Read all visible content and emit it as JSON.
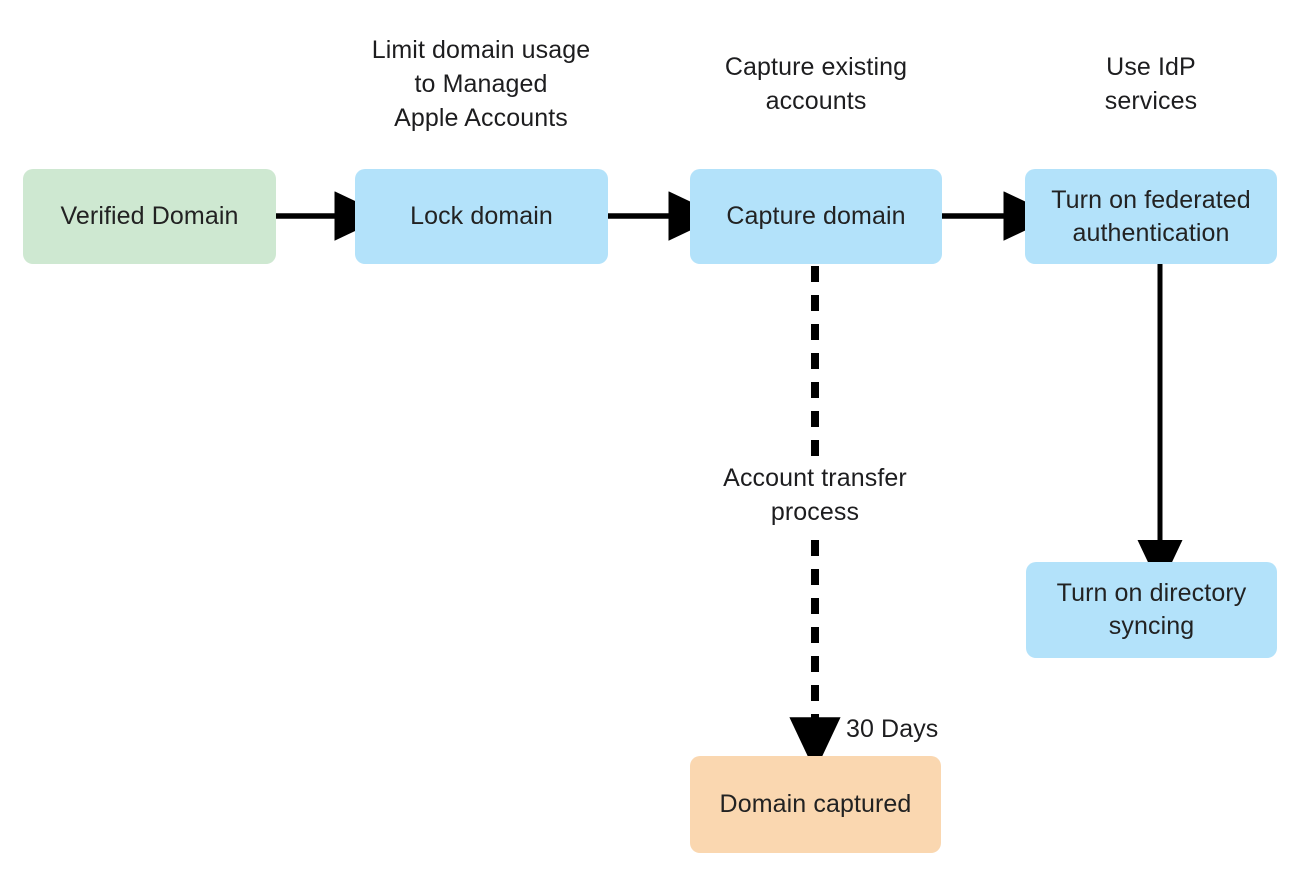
{
  "diagram": {
    "title": "Managed Apple Accounts domain capture flow",
    "background": "#ffffff",
    "colors": {
      "green_fill": "#cee8d1",
      "blue_fill": "#b3e2fa",
      "orange_fill": "#fad7b0",
      "stroke": "#000000",
      "text": "#1d1d1f"
    }
  },
  "captions": [
    {
      "id": "caption-lock-domain",
      "text": "Limit domain usage\nto Managed\nApple Accounts"
    },
    {
      "id": "caption-capture-domain",
      "text": "Capture existing\naccounts"
    },
    {
      "id": "caption-federated-auth",
      "text": "Use IdP\nservices"
    }
  ],
  "nodes": [
    {
      "id": "verified-domain",
      "label": "Verified Domain",
      "fill": "#cee8d1"
    },
    {
      "id": "lock-domain",
      "label": "Lock domain",
      "fill": "#b3e2fa"
    },
    {
      "id": "capture-domain",
      "label": "Capture domain",
      "fill": "#b3e2fa"
    },
    {
      "id": "federated-authentication",
      "label": "Turn on federated\nauthentication",
      "fill": "#b3e2fa"
    },
    {
      "id": "directory-syncing",
      "label": "Turn on directory\nsyncing",
      "fill": "#b3e2fa"
    },
    {
      "id": "domain-captured",
      "label": "Domain captured",
      "fill": "#fad7b0"
    }
  ],
  "edges": [
    {
      "id": "edge-verified-to-lock",
      "from": "verified-domain",
      "to": "lock-domain",
      "style": "solid",
      "label": ""
    },
    {
      "id": "edge-lock-to-capture",
      "from": "lock-domain",
      "to": "capture-domain",
      "style": "solid",
      "label": ""
    },
    {
      "id": "edge-capture-to-federated",
      "from": "capture-domain",
      "to": "federated-authentication",
      "style": "solid",
      "label": ""
    },
    {
      "id": "edge-federated-to-syncing",
      "from": "federated-authentication",
      "to": "directory-syncing",
      "style": "solid",
      "label": ""
    },
    {
      "id": "edge-capture-to-domain-captured",
      "from": "capture-domain",
      "to": "domain-captured",
      "style": "dashed",
      "label": "Account transfer\nprocess",
      "end_label": "30 Days"
    }
  ],
  "edge_labels": {
    "account_transfer": "Account transfer\nprocess",
    "thirty_days": "30 Days"
  }
}
